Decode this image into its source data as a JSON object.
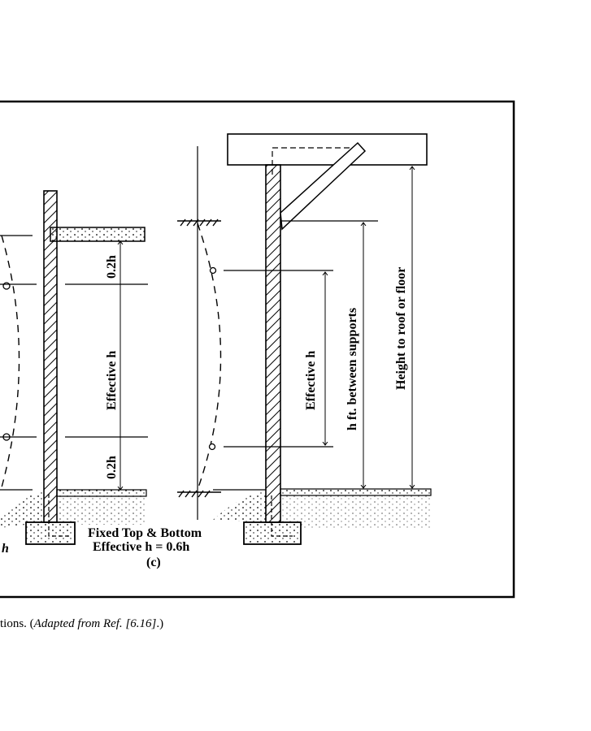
{
  "figure": {
    "left_panel": {
      "top_segment": "0.2h",
      "middle_segment": "Effective h",
      "bottom_segment": "0.2h",
      "partial_left_text": "h"
    },
    "right_panel": {
      "effective": "Effective h",
      "between_supports": "h ft. between supports",
      "height_total": "Height to roof or floor"
    },
    "condition_title": "Fixed Top & Bottom",
    "condition_formula": "Effective h = 0.6h",
    "panel_label": "(c)"
  },
  "caption": {
    "prefix": "tions. (",
    "italic": "Adapted from Ref.",
    "ref": " [6.16]",
    "suffix": ".)"
  }
}
